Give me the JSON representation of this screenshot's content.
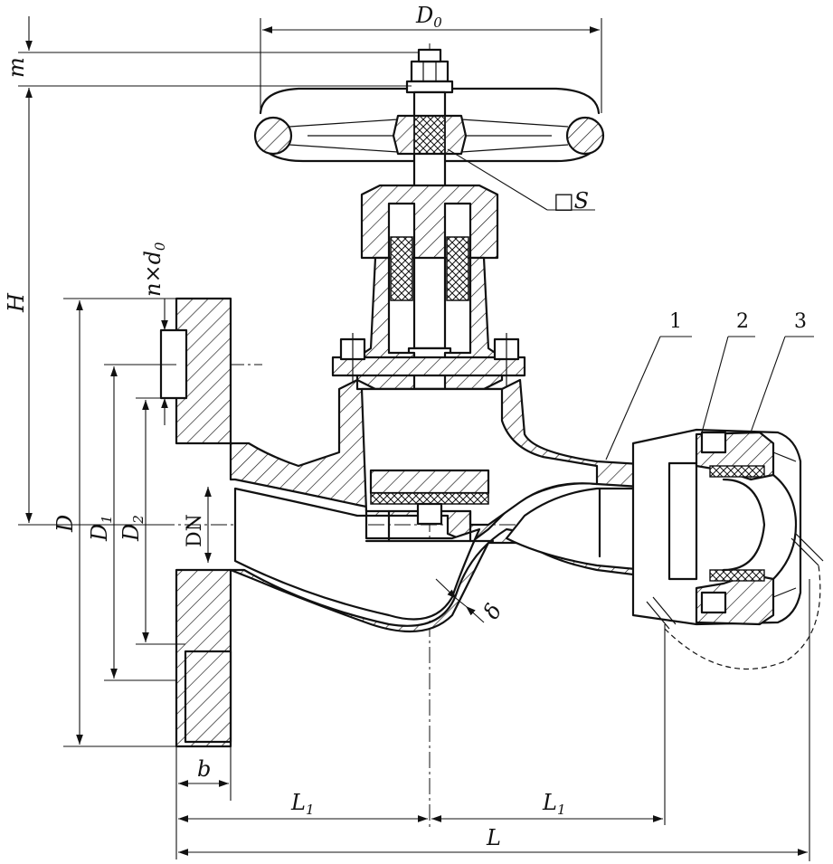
{
  "labels": {
    "D0": {
      "main": "D",
      "sub": "0"
    },
    "m": "m",
    "H": "H",
    "S": "□S",
    "n_d0": {
      "main": "n×d",
      "sub": "0"
    },
    "D": "D",
    "D1": {
      "main": "D",
      "sub": "1"
    },
    "D2": {
      "main": "D",
      "sub": "2"
    },
    "DN": "DN",
    "delta": "δ",
    "b": "b",
    "L1_left": {
      "main": "L",
      "sub": "1"
    },
    "L1_right": {
      "main": "L",
      "sub": "1"
    },
    "L": "L"
  },
  "parts": [
    {
      "number": "1"
    },
    {
      "number": "2"
    },
    {
      "number": "3"
    }
  ]
}
